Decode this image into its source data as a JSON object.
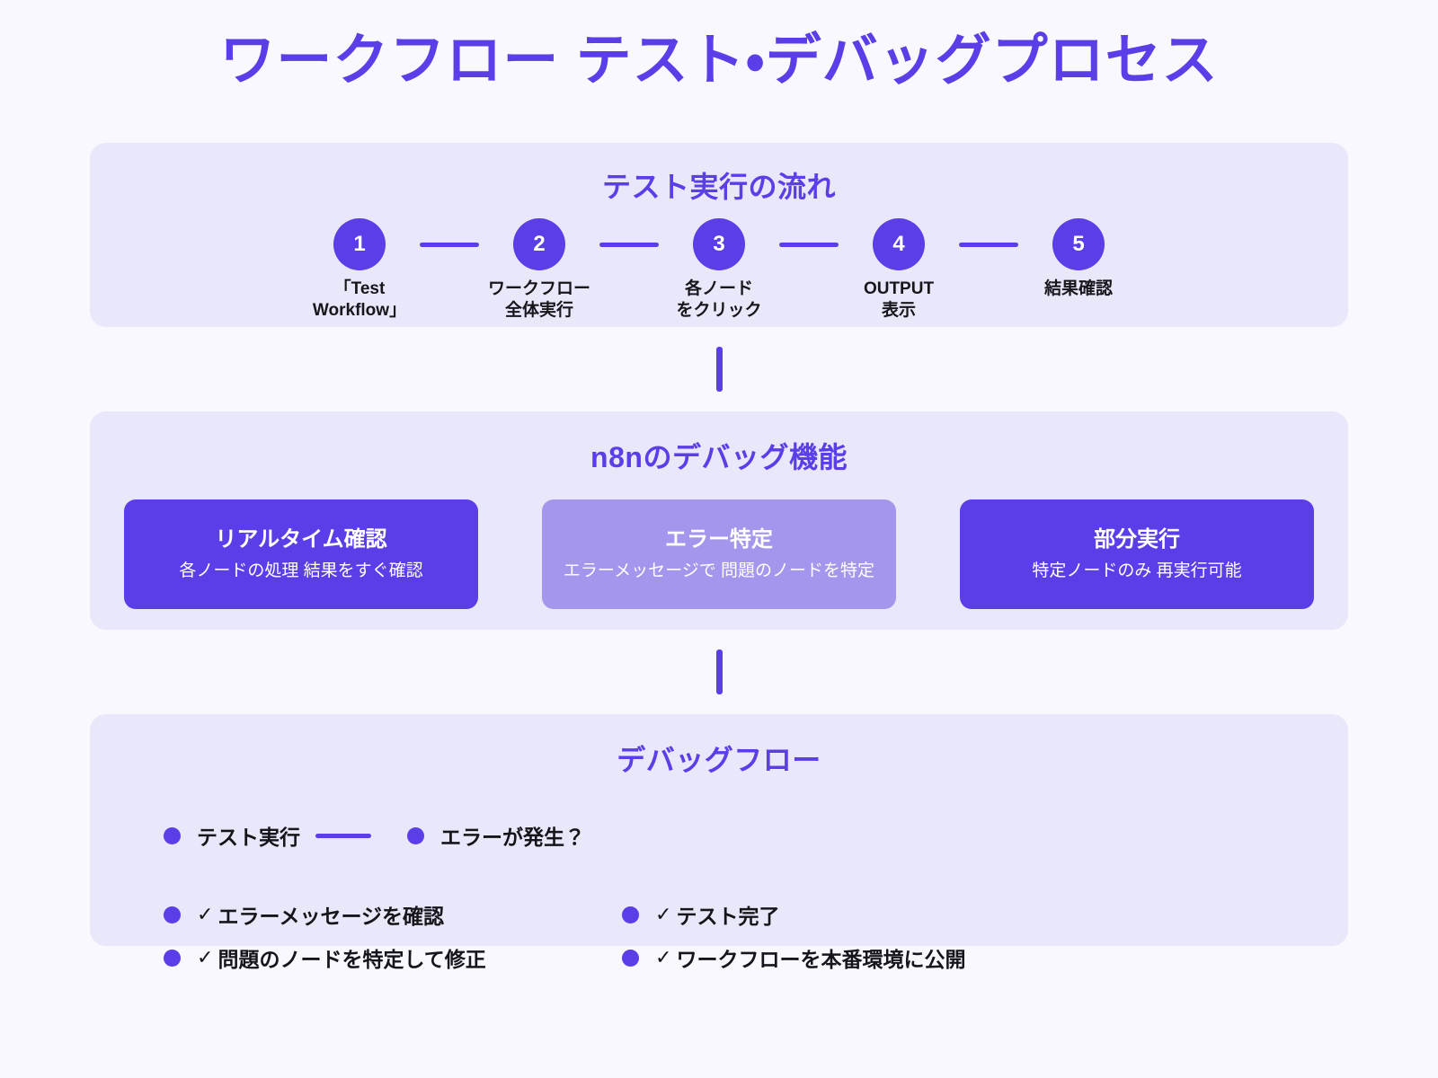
{
  "title": "ワークフロー テスト・デバッグプロセス",
  "colors": {
    "accent": "#5b3ee8",
    "accent_light": "#a396ec",
    "panel_bg": "#e9e7fa",
    "page_bg": "#f9f8fe",
    "text": "#15151a"
  },
  "steps_section": {
    "heading": "テスト実行の流れ",
    "steps": [
      {
        "number": "1",
        "label": "「Test\nWorkflow」"
      },
      {
        "number": "2",
        "label": "ワークフロー\n全体実行"
      },
      {
        "number": "3",
        "label": "各ノード\nをクリック"
      },
      {
        "number": "4",
        "label": "OUTPUT\n表示"
      },
      {
        "number": "5",
        "label": "結果確認"
      }
    ]
  },
  "features_section": {
    "heading": "n8nのデバッグ機能",
    "cards": [
      {
        "title": "リアルタイム確認",
        "desc": "各ノードの処理 結果をすぐ確認",
        "style": "solid"
      },
      {
        "title": "エラー特定",
        "desc": "エラーメッセージで 問題のノードを特定",
        "style": "light"
      },
      {
        "title": "部分実行",
        "desc": "特定ノードのみ 再実行可能",
        "style": "solid"
      }
    ]
  },
  "flow_section": {
    "heading": "デバッグフロー",
    "top_row": [
      {
        "label": "テスト実行"
      },
      {
        "label": "エラーが発生？"
      }
    ],
    "left_column": [
      {
        "check": "✓",
        "label": "エラーメッセージを確認"
      },
      {
        "check": "✓",
        "label": "問題のノードを特定して修正"
      }
    ],
    "right_column": [
      {
        "check": "✓",
        "label": "テスト完了"
      },
      {
        "check": "✓",
        "label": "ワークフローを本番環境に公開"
      }
    ]
  }
}
